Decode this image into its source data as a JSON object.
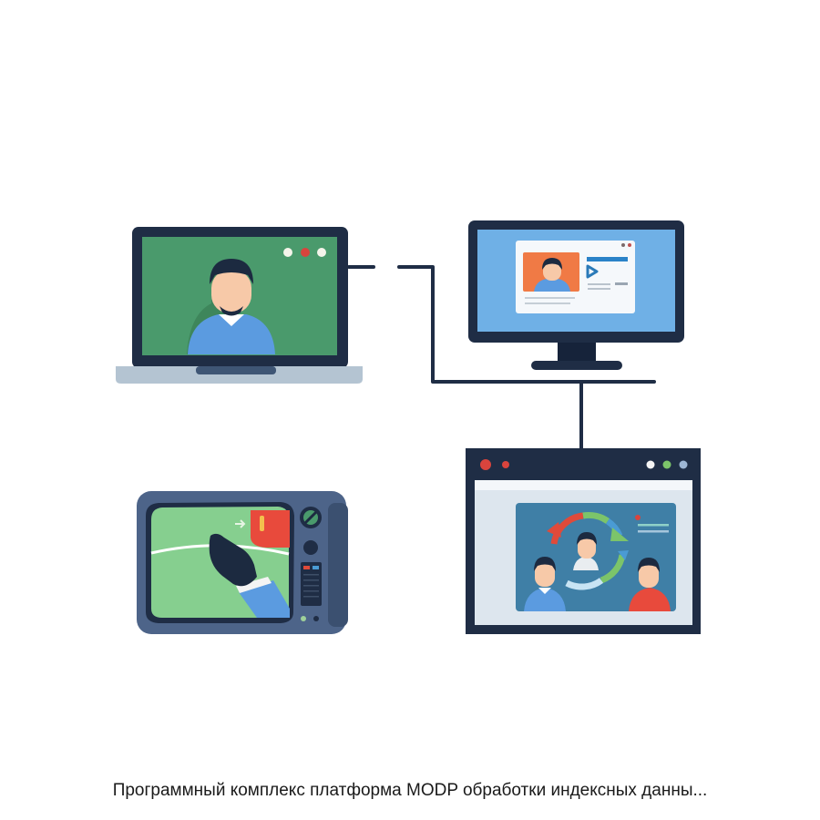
{
  "caption": "Программный комплекс платформа MODP обработки индексных данны...",
  "colors": {
    "frame_dark": "#1f2d45",
    "laptop_screen": "#4a9a6c",
    "monitor_screen": "#6fb0e6",
    "browser_bg": "#dde6ee",
    "browser_panel": "#3f7fa6",
    "tv_body": "#4d6489",
    "tv_screen": "#86cf8f",
    "accent_red": "#e04a3a",
    "accent_green": "#7cc46a",
    "accent_blue": "#4a9bd4",
    "shirt_blue": "#5b9be0",
    "skin": "#f7c9a8",
    "hair": "#1c2a40",
    "orange": "#f07a45"
  },
  "devices": [
    {
      "id": "laptop",
      "label": "laptop-video-call"
    },
    {
      "id": "monitor",
      "label": "desktop-monitor-video-player"
    },
    {
      "id": "browser",
      "label": "browser-window-collaboration"
    },
    {
      "id": "tv",
      "label": "retro-tv-remote-control"
    }
  ]
}
